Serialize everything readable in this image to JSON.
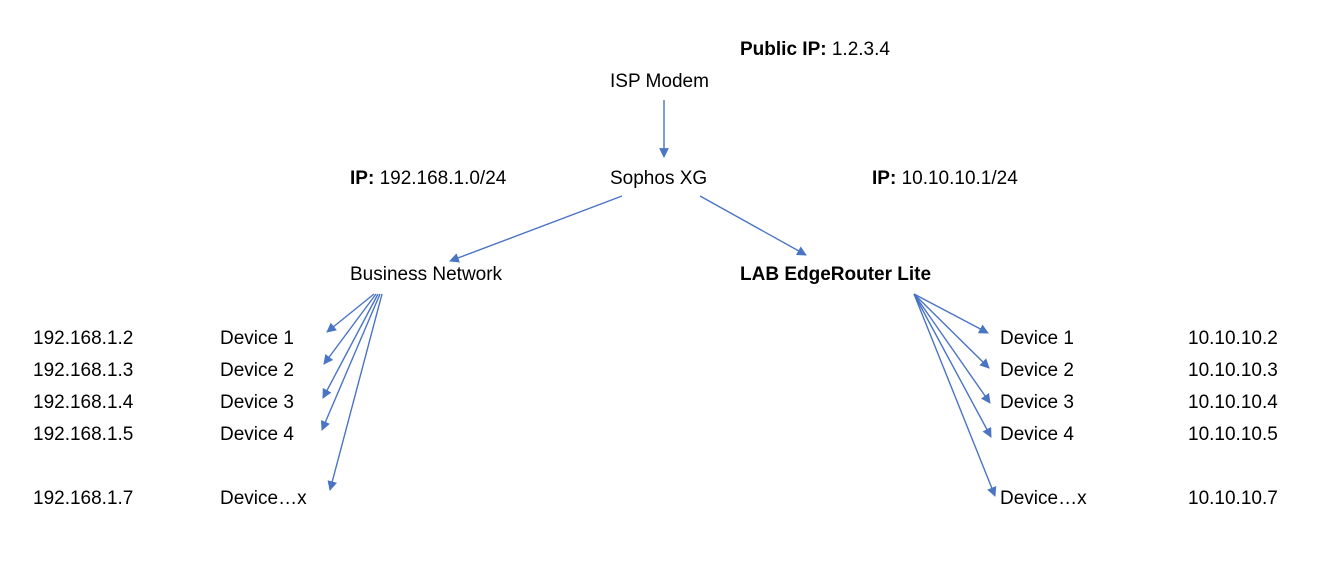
{
  "isp": {
    "public_ip_label": "Public IP:",
    "public_ip_value": "1.2.3.4",
    "name": "ISP Modem"
  },
  "firewall": {
    "name": "Sophos XG"
  },
  "left_ip": {
    "label": "IP:",
    "value": "192.168.1.0/24"
  },
  "right_ip": {
    "label": "IP:",
    "value": "10.10.10.1/24"
  },
  "business": {
    "name": "Business Network",
    "devices": [
      {
        "ip": "192.168.1.2",
        "name": "Device 1"
      },
      {
        "ip": "192.168.1.3",
        "name": "Device 2"
      },
      {
        "ip": "192.168.1.4",
        "name": "Device 3"
      },
      {
        "ip": "192.168.1.5",
        "name": "Device 4"
      },
      {
        "ip": "192.168.1.7",
        "name": "Device…x"
      }
    ]
  },
  "lab": {
    "name": "LAB EdgeRouter Lite",
    "devices": [
      {
        "ip": "10.10.10.2",
        "name": "Device 1"
      },
      {
        "ip": "10.10.10.3",
        "name": "Device 2"
      },
      {
        "ip": "10.10.10.4",
        "name": "Device 3"
      },
      {
        "ip": "10.10.10.5",
        "name": "Device 4"
      },
      {
        "ip": "10.10.10.7",
        "name": "Device…x"
      }
    ]
  },
  "colors": {
    "arrow": "#4a74c4",
    "text": "#000000"
  }
}
